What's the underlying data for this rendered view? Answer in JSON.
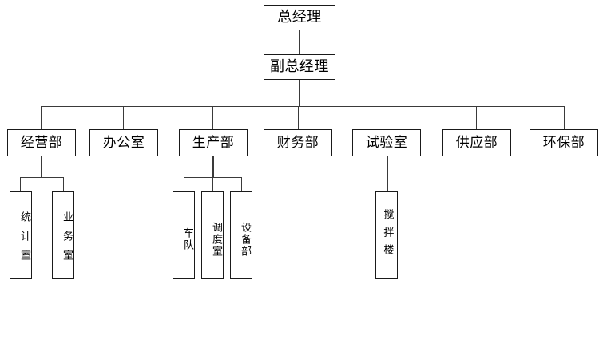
{
  "chart": {
    "type": "org-chart",
    "title": "",
    "orientation": "top-down"
  },
  "nodes": {
    "gm": {
      "label": "总经理"
    },
    "deputy_gm": {
      "label": "副总经理"
    },
    "departments": [
      {
        "label": "经营部"
      },
      {
        "label": "办公室"
      },
      {
        "label": "生产部"
      },
      {
        "label": "财务部"
      },
      {
        "label": "试验室"
      },
      {
        "label": "供应部"
      },
      {
        "label": "环保部"
      }
    ],
    "subunits": [
      {
        "label": "统计室",
        "parent": "经营部"
      },
      {
        "label": "业务室",
        "parent": "经营部"
      },
      {
        "label": "车队",
        "parent": "生产部"
      },
      {
        "label": "调度室",
        "parent": "生产部"
      },
      {
        "label": "设备部",
        "parent": "生产部"
      },
      {
        "label": "搅拌楼",
        "parent": "试验室"
      }
    ]
  },
  "colors": {
    "border": "#1a1a1a",
    "connector": "#3a3a3a",
    "background": "#ffffff",
    "text": "#000000"
  }
}
